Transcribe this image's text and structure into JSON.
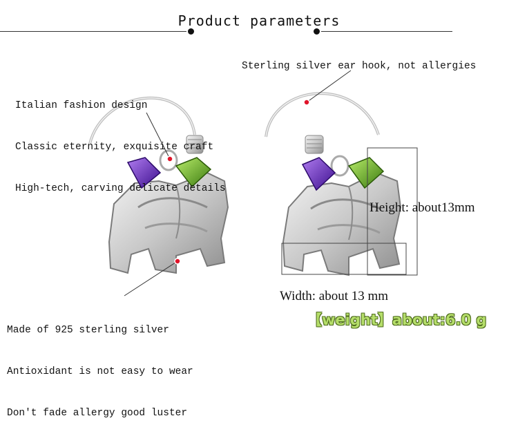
{
  "header": {
    "title": "Product parameters"
  },
  "notes": {
    "design": [
      "Italian fashion design",
      "Classic eternity, exquisite craft",
      "High-tech, carving delicate details"
    ],
    "hook": "Sterling silver ear hook, not allergies",
    "material": [
      "Made of 925 sterling silver",
      "Antioxidant is not easy to wear",
      "Don't fade allergy good luster"
    ]
  },
  "dimensions": {
    "height": "Height: about13mm",
    "width": "Width: about 13 mm",
    "weight": "【weight】about:6.0 g"
  },
  "colors": {
    "silver": "#d9d9d9",
    "amethyst": "#6a2fc4",
    "peridot": "#6ab82a",
    "marker": "#e0142a",
    "weight_text": "#b5de6a"
  }
}
